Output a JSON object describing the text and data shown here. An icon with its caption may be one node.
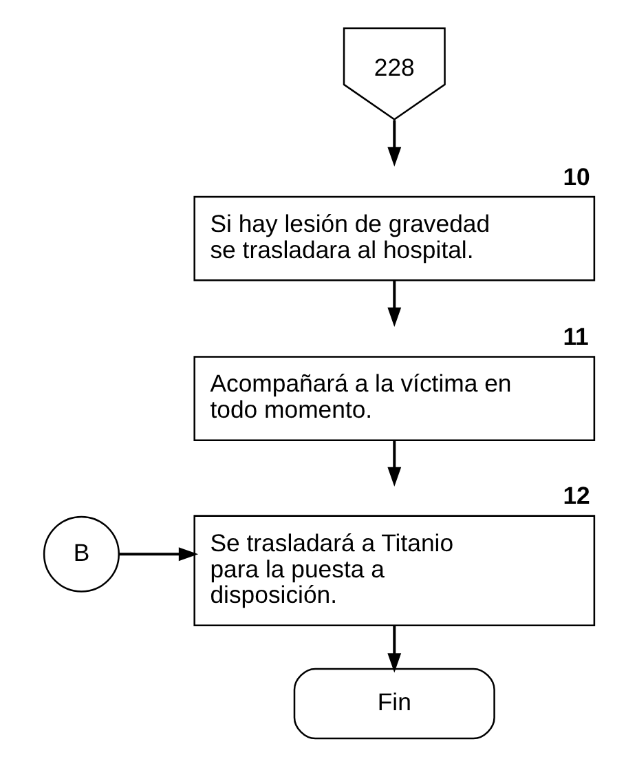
{
  "diagram": {
    "nodes": [
      {
        "text": [
          "228"
        ]
      },
      {
        "text": [
          "Si hay lesión de gravedad se trasladara al hospital."
        ],
        "beside": [
          "10"
        ]
      },
      {
        "text": [
          "Acompañará a la víctima en todo momento."
        ],
        "beside": [
          "11"
        ]
      },
      {
        "text": [
          "Se trasladará a Titanio para la puesta a disposición."
        ],
        "beside": [
          "12"
        ]
      },
      {
        "text": [
          "B"
        ]
      },
      {
        "text": [
          "Fin"
        ]
      }
    ],
    "edges": [
      {
        "from": 0,
        "to": 1,
        "arrow": "to"
      },
      {
        "from": 1,
        "to": 2,
        "arrow": "to"
      },
      {
        "from": 2,
        "to": 3,
        "arrow": "to"
      },
      {
        "from": 4,
        "to": 3,
        "arrow": "to"
      },
      {
        "from": 3,
        "to": 5,
        "arrow": "to"
      }
    ]
  }
}
